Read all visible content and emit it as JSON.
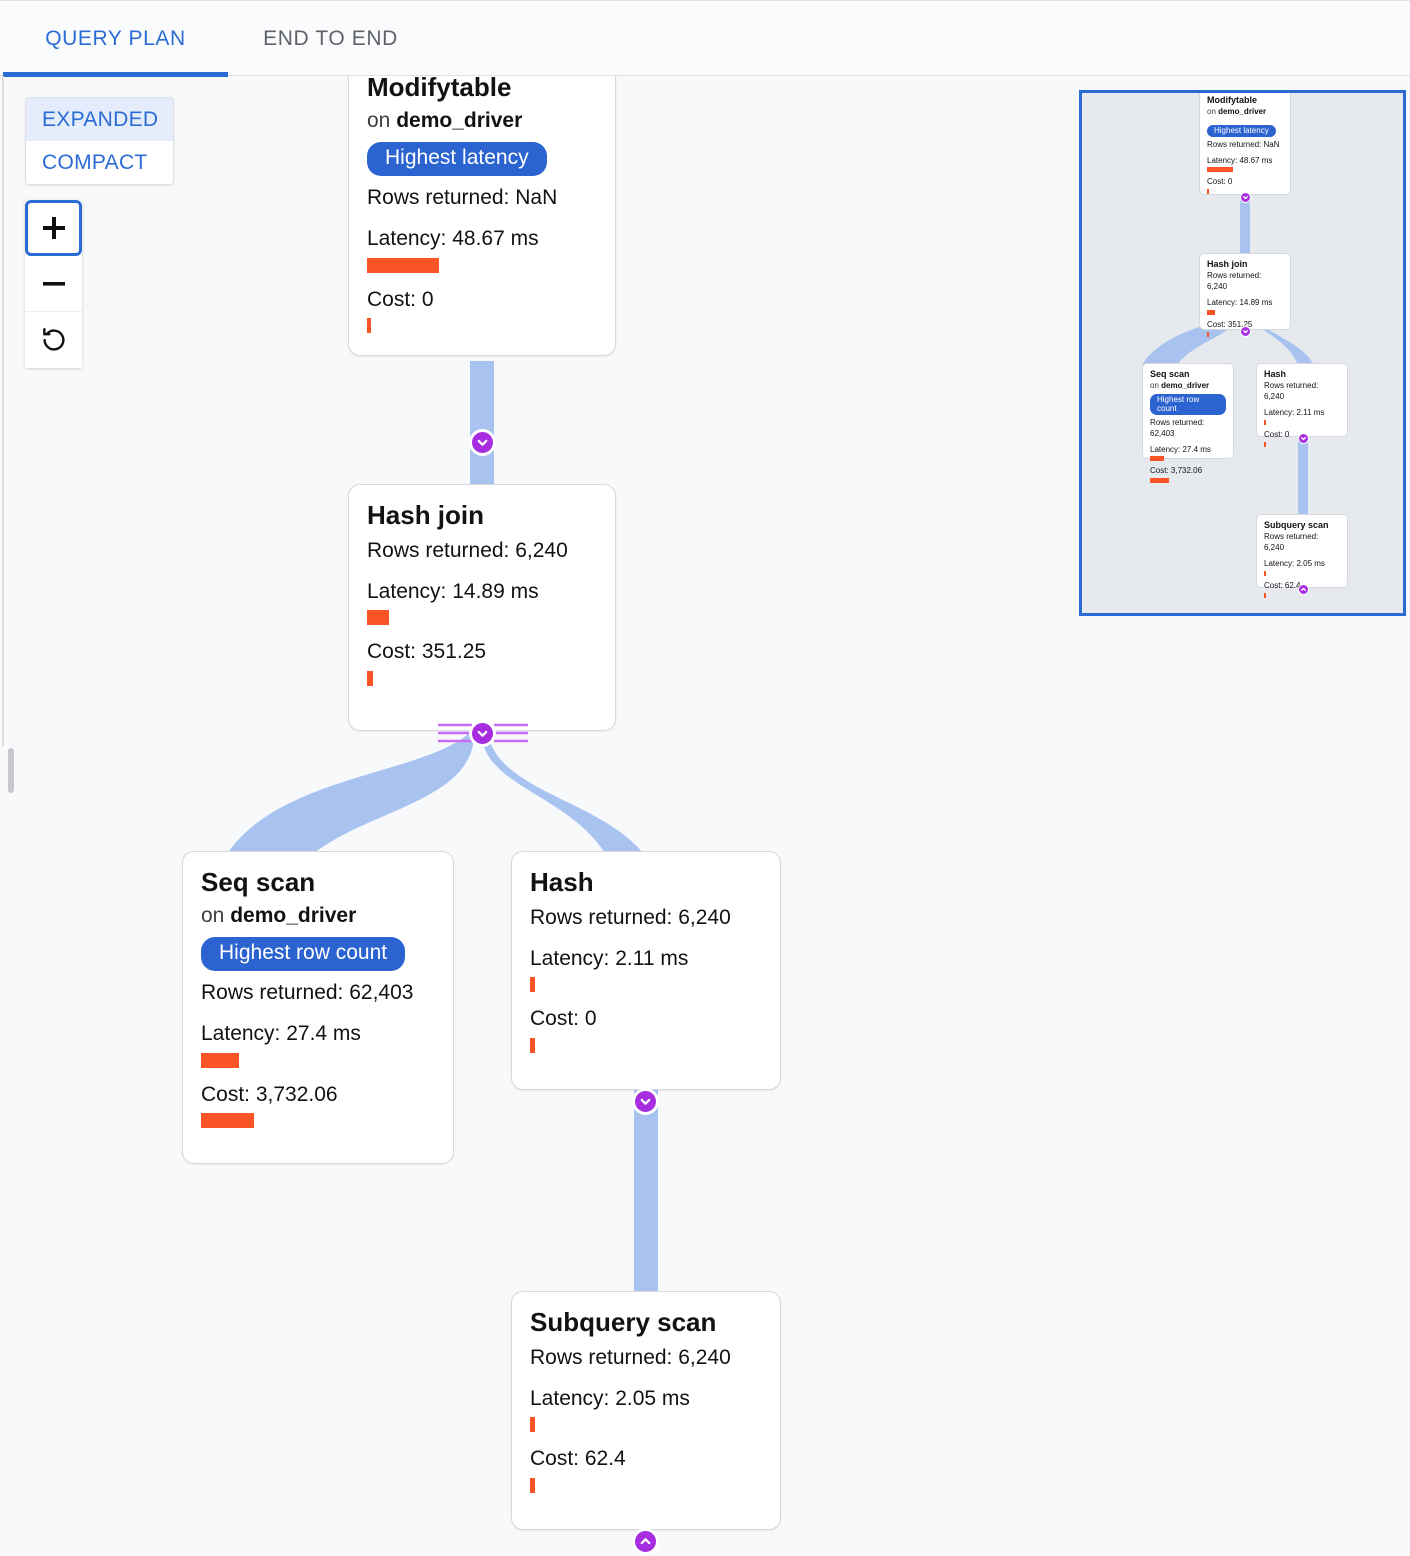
{
  "tabs": [
    {
      "label": "QUERY PLAN",
      "active": true
    },
    {
      "label": "END TO END",
      "active": false
    }
  ],
  "view_mode": {
    "options": [
      "EXPANDED",
      "COMPACT"
    ],
    "selected": "EXPANDED",
    "expanded_label": "EXPANDED",
    "compact_label": "COMPACT"
  },
  "zoom_controls": {
    "zoom_in": "+",
    "zoom_out": "−",
    "reset": "reset-icon"
  },
  "colors": {
    "accent_blue": "#2b6cd4",
    "badge_blue": "#2b63d0",
    "bar_orange": "#fb5427",
    "edge_blue": "#a8c3f0",
    "chevron_purple": "#a62ee0",
    "minimap_bg": "#e6e9ed"
  },
  "labels": {
    "rows_returned": "Rows returned:",
    "latency": "Latency:",
    "cost": "Cost:",
    "on": "on"
  },
  "nodes": [
    {
      "id": "modifytable",
      "title": "Modifytable",
      "on_prefix": "on",
      "relation": "demo_driver",
      "badge": "Highest latency",
      "rows": "Rows returned: NaN",
      "latency": "Latency: 48.67 ms",
      "cost": "Cost: 0",
      "latency_bar_pct": 100,
      "cost_bar_pct": 1
    },
    {
      "id": "hashjoin",
      "title": "Hash join",
      "on_prefix": "",
      "relation": "",
      "badge": "",
      "rows": "Rows returned: 6,240",
      "latency": "Latency: 14.89 ms",
      "cost": "Cost: 351.25",
      "latency_bar_pct": 31,
      "cost_bar_pct": 9
    },
    {
      "id": "seqscan",
      "title": "Seq scan",
      "on_prefix": "on",
      "relation": "demo_driver",
      "badge": "Highest row count",
      "rows": "Rows returned: 62,403",
      "latency": "Latency: 27.4 ms",
      "cost": "Cost: 3,732.06",
      "latency_bar_pct": 56,
      "cost_bar_pct": 100
    },
    {
      "id": "hash",
      "title": "Hash",
      "on_prefix": "",
      "relation": "",
      "badge": "",
      "rows": "Rows returned: 6,240",
      "latency": "Latency: 2.11 ms",
      "cost": "Cost: 0",
      "latency_bar_pct": 4,
      "cost_bar_pct": 4
    },
    {
      "id": "subqueryscan",
      "title": "Subquery scan",
      "on_prefix": "",
      "relation": "",
      "badge": "",
      "rows": "Rows returned: 6,240",
      "latency": "Latency: 2.05 ms",
      "cost": "Cost: 62.4",
      "latency_bar_pct": 4,
      "cost_bar_pct": 4
    }
  ],
  "minimap": {
    "present": true,
    "viewport_visible": true
  },
  "chart_data": {
    "type": "diagram",
    "title": "Query plan execution tree",
    "nodes": [
      {
        "name": "Modifytable",
        "relation": "demo_driver",
        "rows": null,
        "latency_ms": 48.67,
        "cost": 0,
        "badge": "Highest latency"
      },
      {
        "name": "Hash join",
        "relation": null,
        "rows": 6240,
        "latency_ms": 14.89,
        "cost": 351.25,
        "badge": null
      },
      {
        "name": "Seq scan",
        "relation": "demo_driver",
        "rows": 62403,
        "latency_ms": 27.4,
        "cost": 3732.06,
        "badge": "Highest row count"
      },
      {
        "name": "Hash",
        "relation": null,
        "rows": 6240,
        "latency_ms": 2.11,
        "cost": 0,
        "badge": null
      },
      {
        "name": "Subquery scan",
        "relation": null,
        "rows": 6240,
        "latency_ms": 2.05,
        "cost": 62.4,
        "badge": null
      }
    ],
    "edges": [
      {
        "from": "Modifytable",
        "to": "Hash join"
      },
      {
        "from": "Hash join",
        "to": "Seq scan"
      },
      {
        "from": "Hash join",
        "to": "Hash"
      },
      {
        "from": "Hash",
        "to": "Subquery scan"
      }
    ]
  }
}
